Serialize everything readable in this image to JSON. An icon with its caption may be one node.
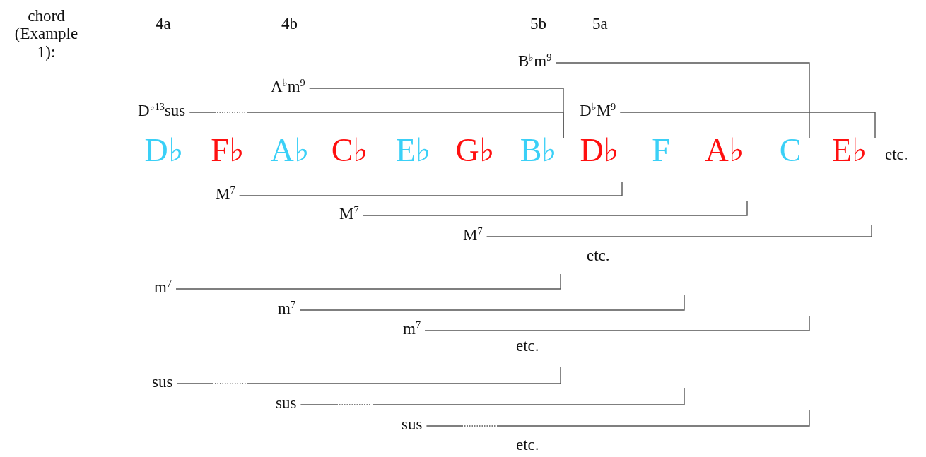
{
  "diagram": {
    "nodes": [
      {
        "text": [
          "B$^{♭}$m$^{9}$"
        ]
      },
      {
        "text": [
          "A$^{♭}$m$^{9}$"
        ]
      },
      {
        "text": [
          "D$^{♭13}$sus"
        ]
      },
      {
        "text": [
          "D$^{♭}$M$^{9}$"
        ]
      },
      {
        "text": [
          "D♭"
        ]
      },
      {
        "text": [
          "F♭"
        ]
      },
      {
        "text": [
          "A♭"
        ]
      },
      {
        "text": [
          "C♭"
        ]
      },
      {
        "text": [
          "E♭"
        ]
      },
      {
        "text": [
          "G♭"
        ]
      },
      {
        "text": [
          "B♭"
        ]
      },
      {
        "text": [
          "D♭"
        ]
      },
      {
        "text": [
          "F"
        ]
      },
      {
        "text": [
          "A♭"
        ]
      },
      {
        "text": [
          "C"
        ]
      },
      {
        "text": [
          "E♭"
        ]
      },
      {
        "text": [
          "M$^{7}$"
        ]
      },
      {
        "text": [
          "M$^{7}$"
        ]
      },
      {
        "text": [
          "M$^{7}$"
        ]
      },
      {
        "text": [
          "m$^{7}$"
        ]
      },
      {
        "text": [
          "m$^{7}$"
        ]
      },
      {
        "text": [
          "m$^{7}$"
        ]
      },
      {
        "text": [
          "sus"
        ]
      },
      {
        "text": [
          "sus"
        ]
      },
      {
        "text": [
          "sus"
        ]
      }
    ],
    "edges": [
      {
        "from": 0,
        "to": 14,
        "arrow": "none"
      },
      {
        "from": 1,
        "to": 10,
        "arrow": "none"
      },
      {
        "from": 2,
        "to": 10,
        "arrow": "none",
        "style": "dashed"
      },
      {
        "from": 3,
        "to": 15,
        "arrow": "none"
      },
      {
        "from": 16,
        "to": null,
        "arrow": "none"
      },
      {
        "from": 17,
        "to": null,
        "arrow": "none"
      },
      {
        "from": 18,
        "to": null,
        "arrow": "none"
      },
      {
        "from": 19,
        "to": null,
        "arrow": "none"
      },
      {
        "from": 20,
        "to": null,
        "arrow": "none"
      },
      {
        "from": 21,
        "to": null,
        "arrow": "none"
      },
      {
        "from": 22,
        "to": null,
        "arrow": "none",
        "style": "dashed"
      },
      {
        "from": 23,
        "to": null,
        "arrow": "none",
        "style": "dashed"
      },
      {
        "from": 24,
        "to": null,
        "arrow": "none",
        "style": "dashed"
      }
    ],
    "labels": [
      "chord (Example 1):",
      "4a",
      "4b",
      "5b",
      "5a",
      "etc.",
      "etc.",
      "etc.",
      "etc."
    ]
  }
}
